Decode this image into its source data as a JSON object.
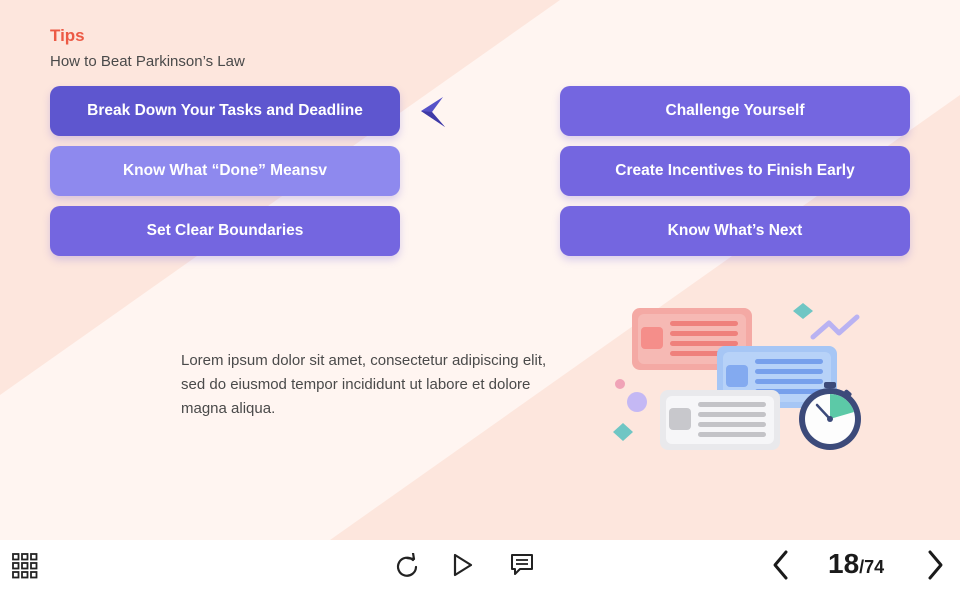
{
  "header": {
    "title": "Tips",
    "subtitle": "How to Beat Parkinson’s Law"
  },
  "tips": {
    "left": [
      {
        "label": "Break Down Your Tasks and Deadline",
        "state": "active"
      },
      {
        "label": "Know What “Done” Meansv",
        "state": "hover"
      },
      {
        "label": "Set Clear Boundaries",
        "state": "normal"
      }
    ],
    "right": [
      {
        "label": "Challenge Yourself",
        "state": "normal"
      },
      {
        "label": "Create Incentives to Finish Early",
        "state": "normal"
      },
      {
        "label": "Know What’s Next",
        "state": "normal"
      }
    ]
  },
  "body_text": "Lorem ipsum dolor sit amet, consectetur adipiscing elit, sed do eiusmod tempor incididunt ut labore et dolore magna aliqua.",
  "pagination": {
    "current": "18",
    "separator": "/",
    "total": "74"
  },
  "toolbar_icons": [
    "menu-grid-icon",
    "replay-icon",
    "play-icon",
    "comment-icon",
    "prev-arrow-icon",
    "next-arrow-icon"
  ],
  "colors": {
    "accent": "#ec5a45",
    "button_active": "#5e56cf",
    "button_light": "#8e89ee",
    "button_normal": "#7466e0",
    "background": "#fde6dd"
  }
}
